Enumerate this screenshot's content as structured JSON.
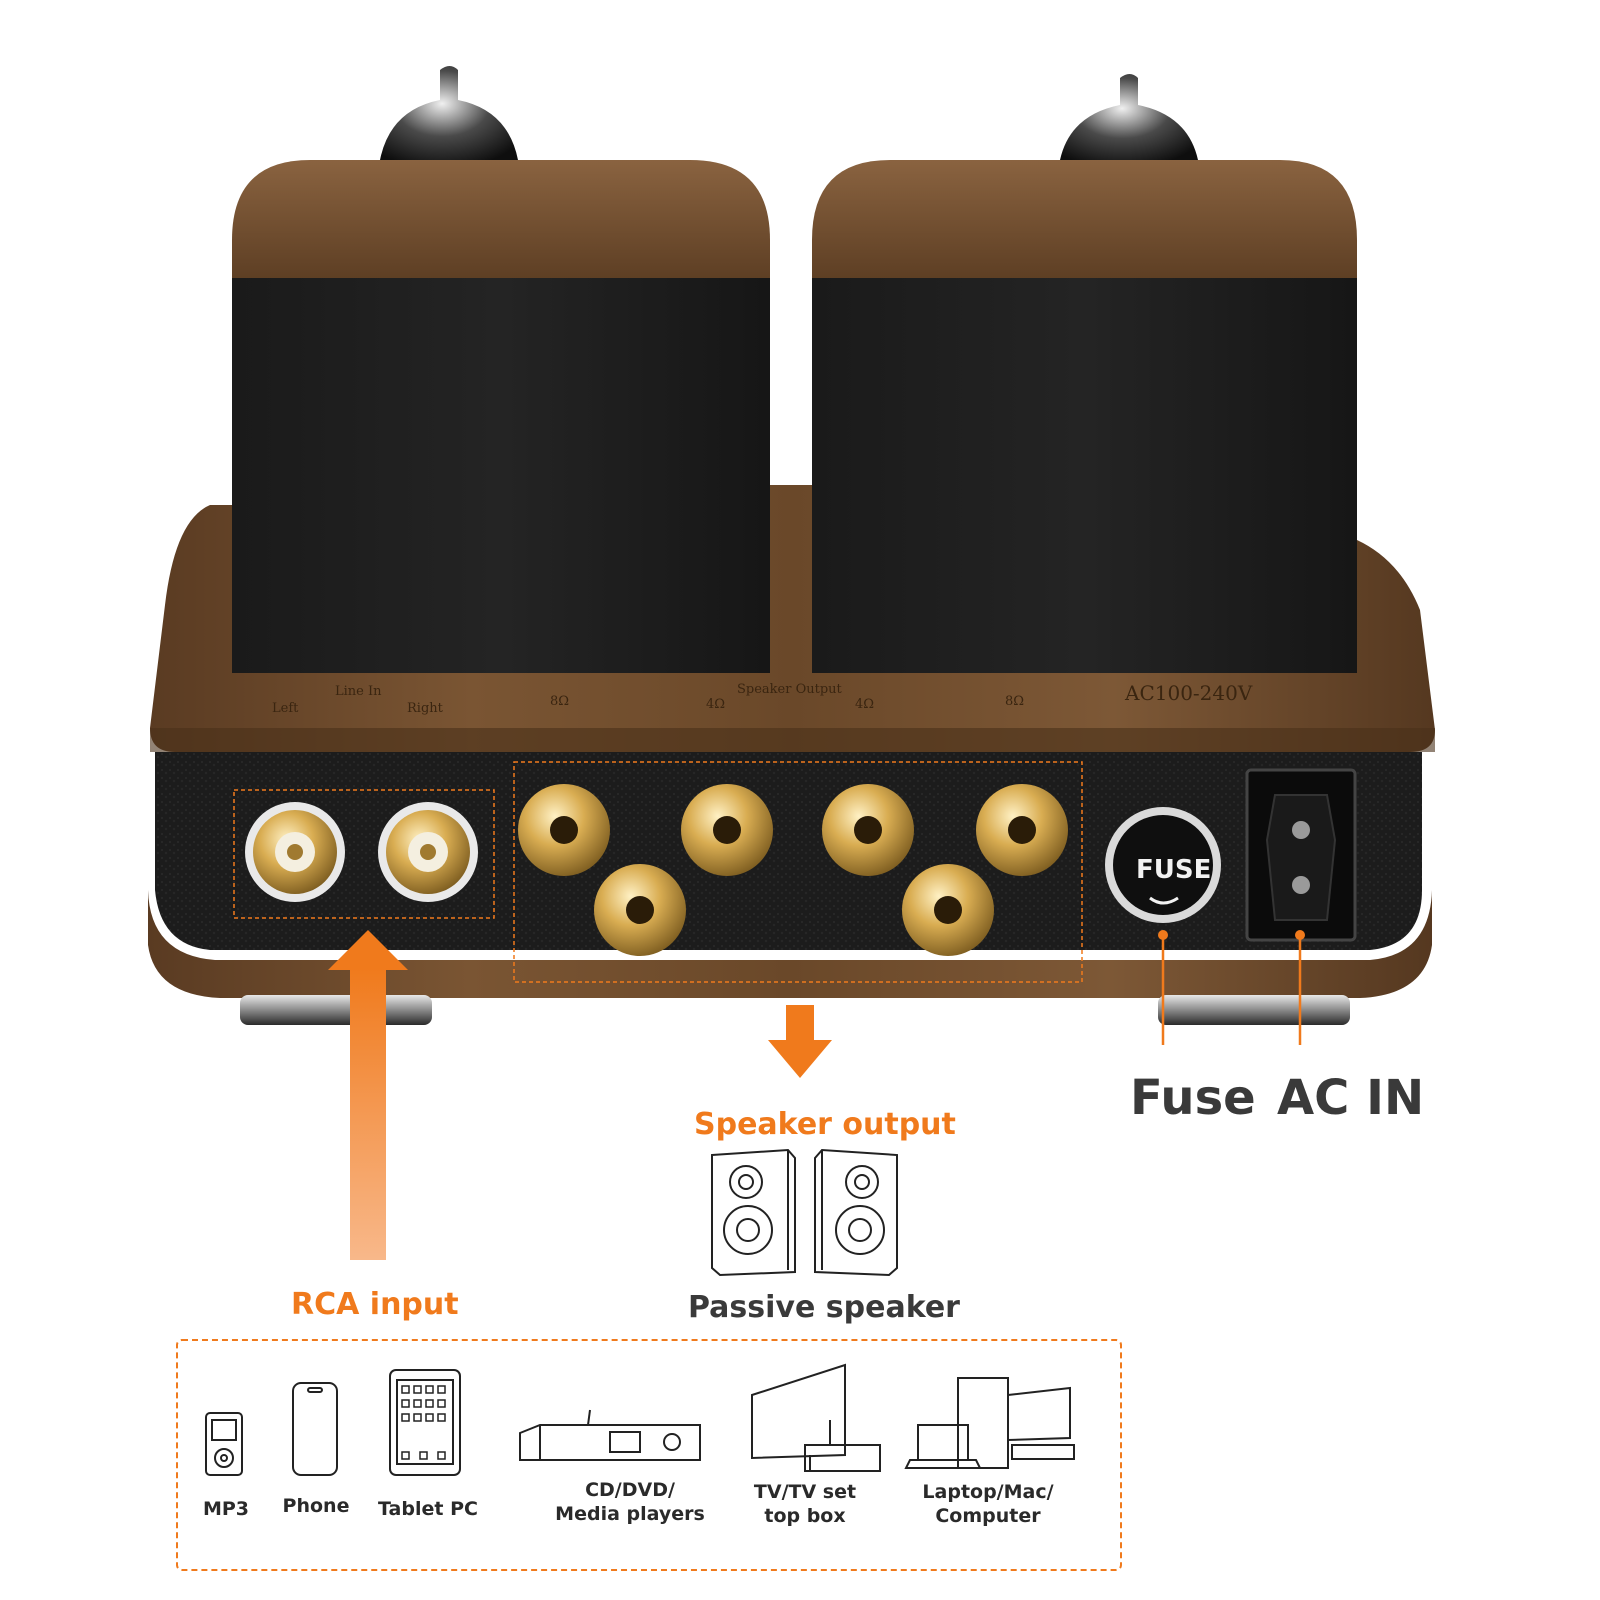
{
  "panel_print": {
    "line_in": "Line In",
    "left": "Left",
    "right": "Right",
    "ohm8_l": "8Ω",
    "ohm4_l": "4Ω",
    "speaker_output": "Speaker Output",
    "ohm4_r": "4Ω",
    "ohm8_r": "8Ω",
    "ac_rating": "AC100-240V",
    "fuse_cap": "FUSE"
  },
  "labels": {
    "rca_input": "RCA input",
    "speaker_output": "Speaker output",
    "passive_speaker": "Passive speaker",
    "fuse": "Fuse",
    "ac_in": "AC IN"
  },
  "devices": [
    {
      "id": "mp3",
      "label": "MP3"
    },
    {
      "id": "phone",
      "label": "Phone"
    },
    {
      "id": "tablet",
      "label": "Tablet PC"
    },
    {
      "id": "media",
      "label": "CD/DVD/\nMedia players"
    },
    {
      "id": "tv",
      "label": "TV/TV set\ntop box"
    },
    {
      "id": "computer",
      "label": "Laptop/Mac/\nComputer"
    }
  ],
  "colors": {
    "accent": "#f07a1c",
    "wood": "#6b4a2b",
    "leather": "#1c1c1c",
    "gold": "#d4a94a"
  }
}
